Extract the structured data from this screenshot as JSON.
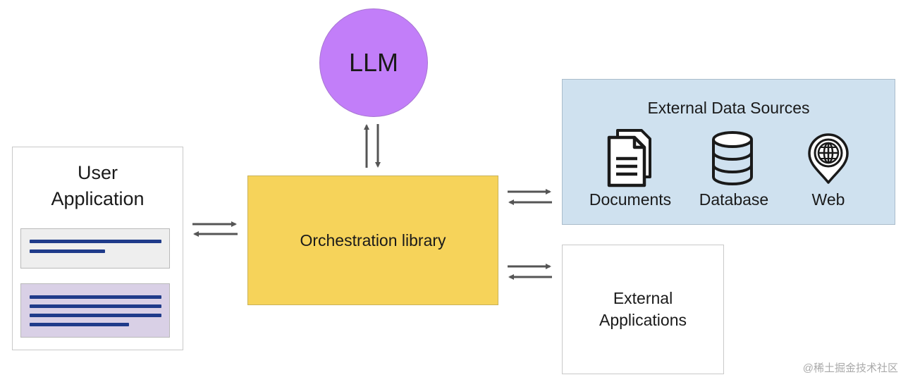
{
  "diagram": {
    "user_app": {
      "title": "User\nApplication"
    },
    "orchestration": {
      "label": "Orchestration library"
    },
    "llm": {
      "label": "LLM"
    },
    "external_data": {
      "title": "External Data Sources",
      "sources": [
        {
          "label": "Documents",
          "icon": "documents-icon"
        },
        {
          "label": "Database",
          "icon": "database-icon"
        },
        {
          "label": "Web",
          "icon": "globe-pin-icon"
        }
      ]
    },
    "external_apps": {
      "label": "External\nApplications"
    },
    "colors": {
      "orchestration": "#f6d35a",
      "llm": "#c27ef9",
      "external_data": "#cfe1ef",
      "message_lines": "#1f3b8a",
      "arrows": "#555555"
    }
  },
  "watermark": "@稀土掘金技术社区"
}
